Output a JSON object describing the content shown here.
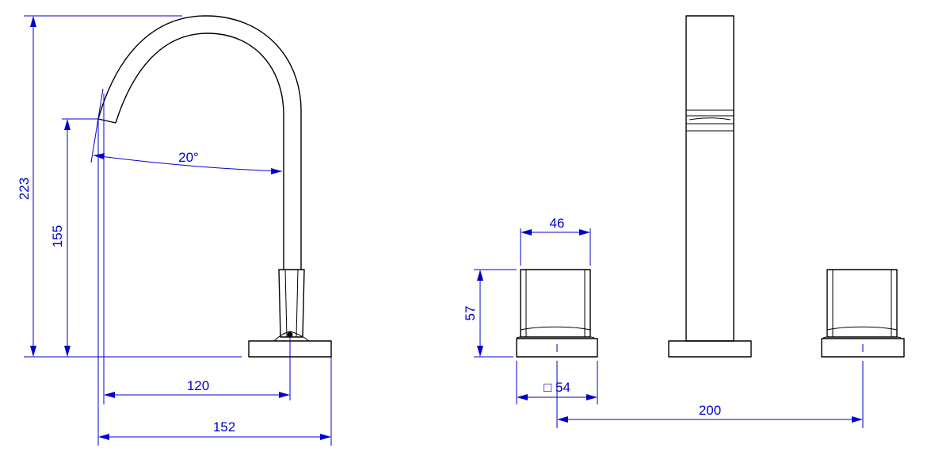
{
  "dimensions": {
    "spout_height": "223",
    "outlet_height": "155",
    "spout_angle": "20°",
    "spout_reach": "120",
    "overall_depth": "152",
    "handle_width": "46",
    "handle_height": "57",
    "base_square": "□ 54",
    "center_distance": "200"
  },
  "colors": {
    "dimension": "#0000cc",
    "outline": "#000000",
    "background": "#ffffff"
  }
}
